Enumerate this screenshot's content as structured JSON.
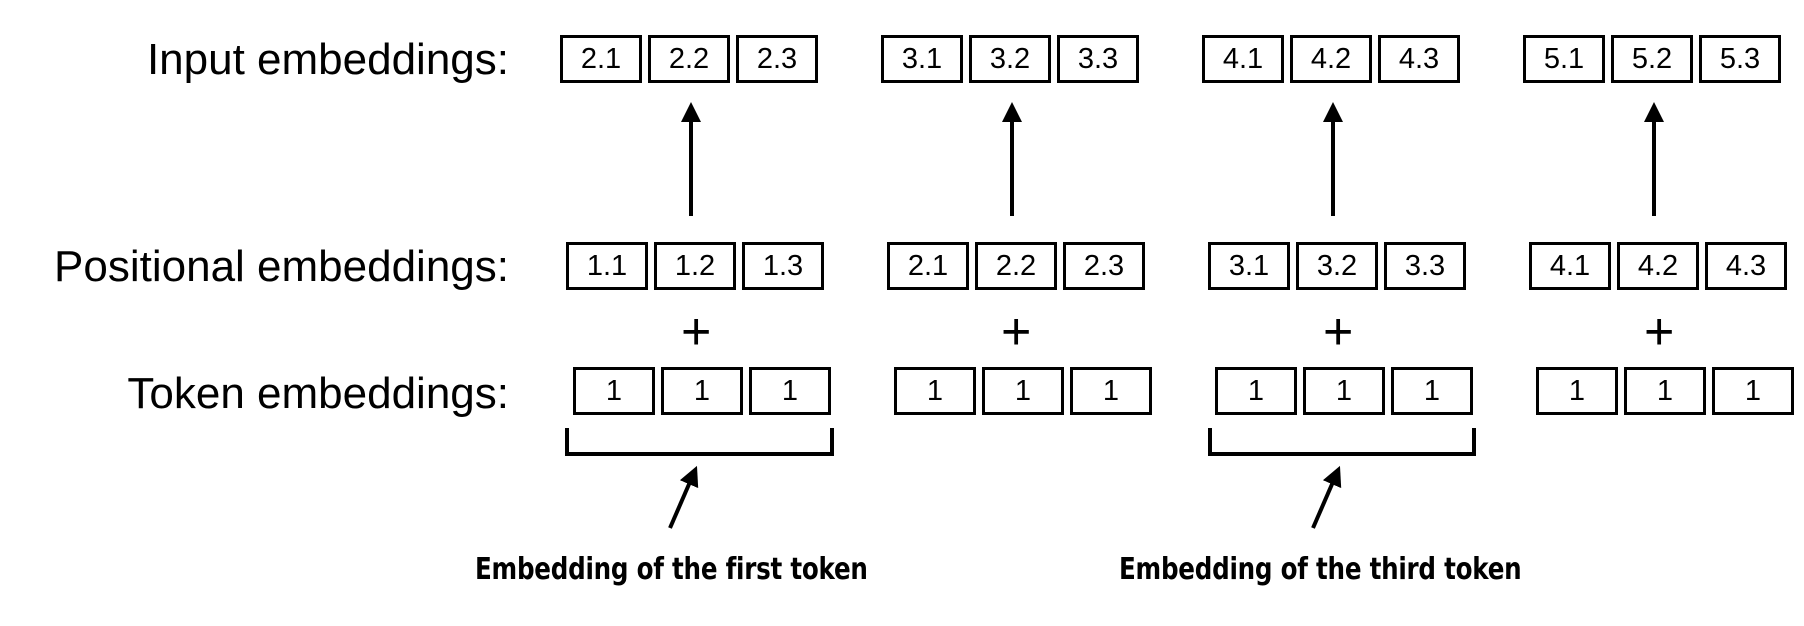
{
  "labels": {
    "input": "Input embeddings:",
    "positional": "Positional embeddings:",
    "token": "Token embeddings:"
  },
  "columns": [
    {
      "input": [
        "2.1",
        "2.2",
        "2.3"
      ],
      "positional": [
        "1.1",
        "1.2",
        "1.3"
      ],
      "token": [
        "1",
        "1",
        "1"
      ],
      "plus": "+"
    },
    {
      "input": [
        "3.1",
        "3.2",
        "3.3"
      ],
      "positional": [
        "2.1",
        "2.2",
        "2.3"
      ],
      "token": [
        "1",
        "1",
        "1"
      ],
      "plus": "+"
    },
    {
      "input": [
        "4.1",
        "4.2",
        "4.3"
      ],
      "positional": [
        "3.1",
        "3.2",
        "3.3"
      ],
      "token": [
        "1",
        "1",
        "1"
      ],
      "plus": "+"
    },
    {
      "input": [
        "5.1",
        "5.2",
        "5.3"
      ],
      "positional": [
        "4.1",
        "4.2",
        "4.3"
      ],
      "token": [
        "1",
        "1",
        "1"
      ],
      "plus": "+"
    }
  ],
  "captions": {
    "first": "Embedding of the first token",
    "third": "Embedding of the third token"
  }
}
